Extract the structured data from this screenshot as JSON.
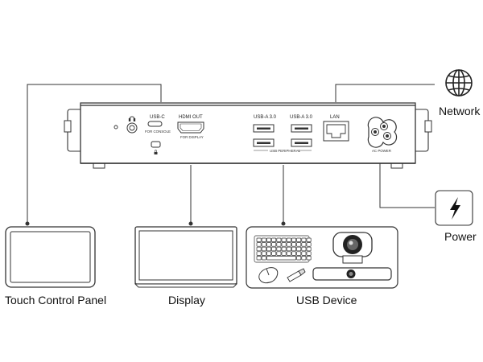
{
  "ports": {
    "usb_c_label": "USB-C",
    "usb_c_sub": "FOR CONSOLE",
    "hdmi_label": "HDMI OUT",
    "hdmi_sub": "FOR DISPLAY",
    "usb_a_left_label": "USB-A 3.0",
    "usb_a_right_label": "USB-A 3.0",
    "usb_peripheral_label": "USB PERIPHERAL",
    "lan_label": "LAN",
    "ac_power_label": "AC POWER"
  },
  "devices": {
    "touch_panel": "Touch Control Panel",
    "display": "Display",
    "usb_device": "USB Device",
    "network": "Network",
    "power": "Power"
  },
  "icons": {
    "headphone": "headphone-icon",
    "lock": "lock-icon",
    "globe": "globe-icon",
    "bolt": "lightning-bolt-icon",
    "keyboard": "keyboard-icon",
    "mouse": "mouse-icon",
    "usb_stick": "usb-stick-icon",
    "webcam": "webcam-icon",
    "soundbar": "soundbar-camera-icon"
  }
}
